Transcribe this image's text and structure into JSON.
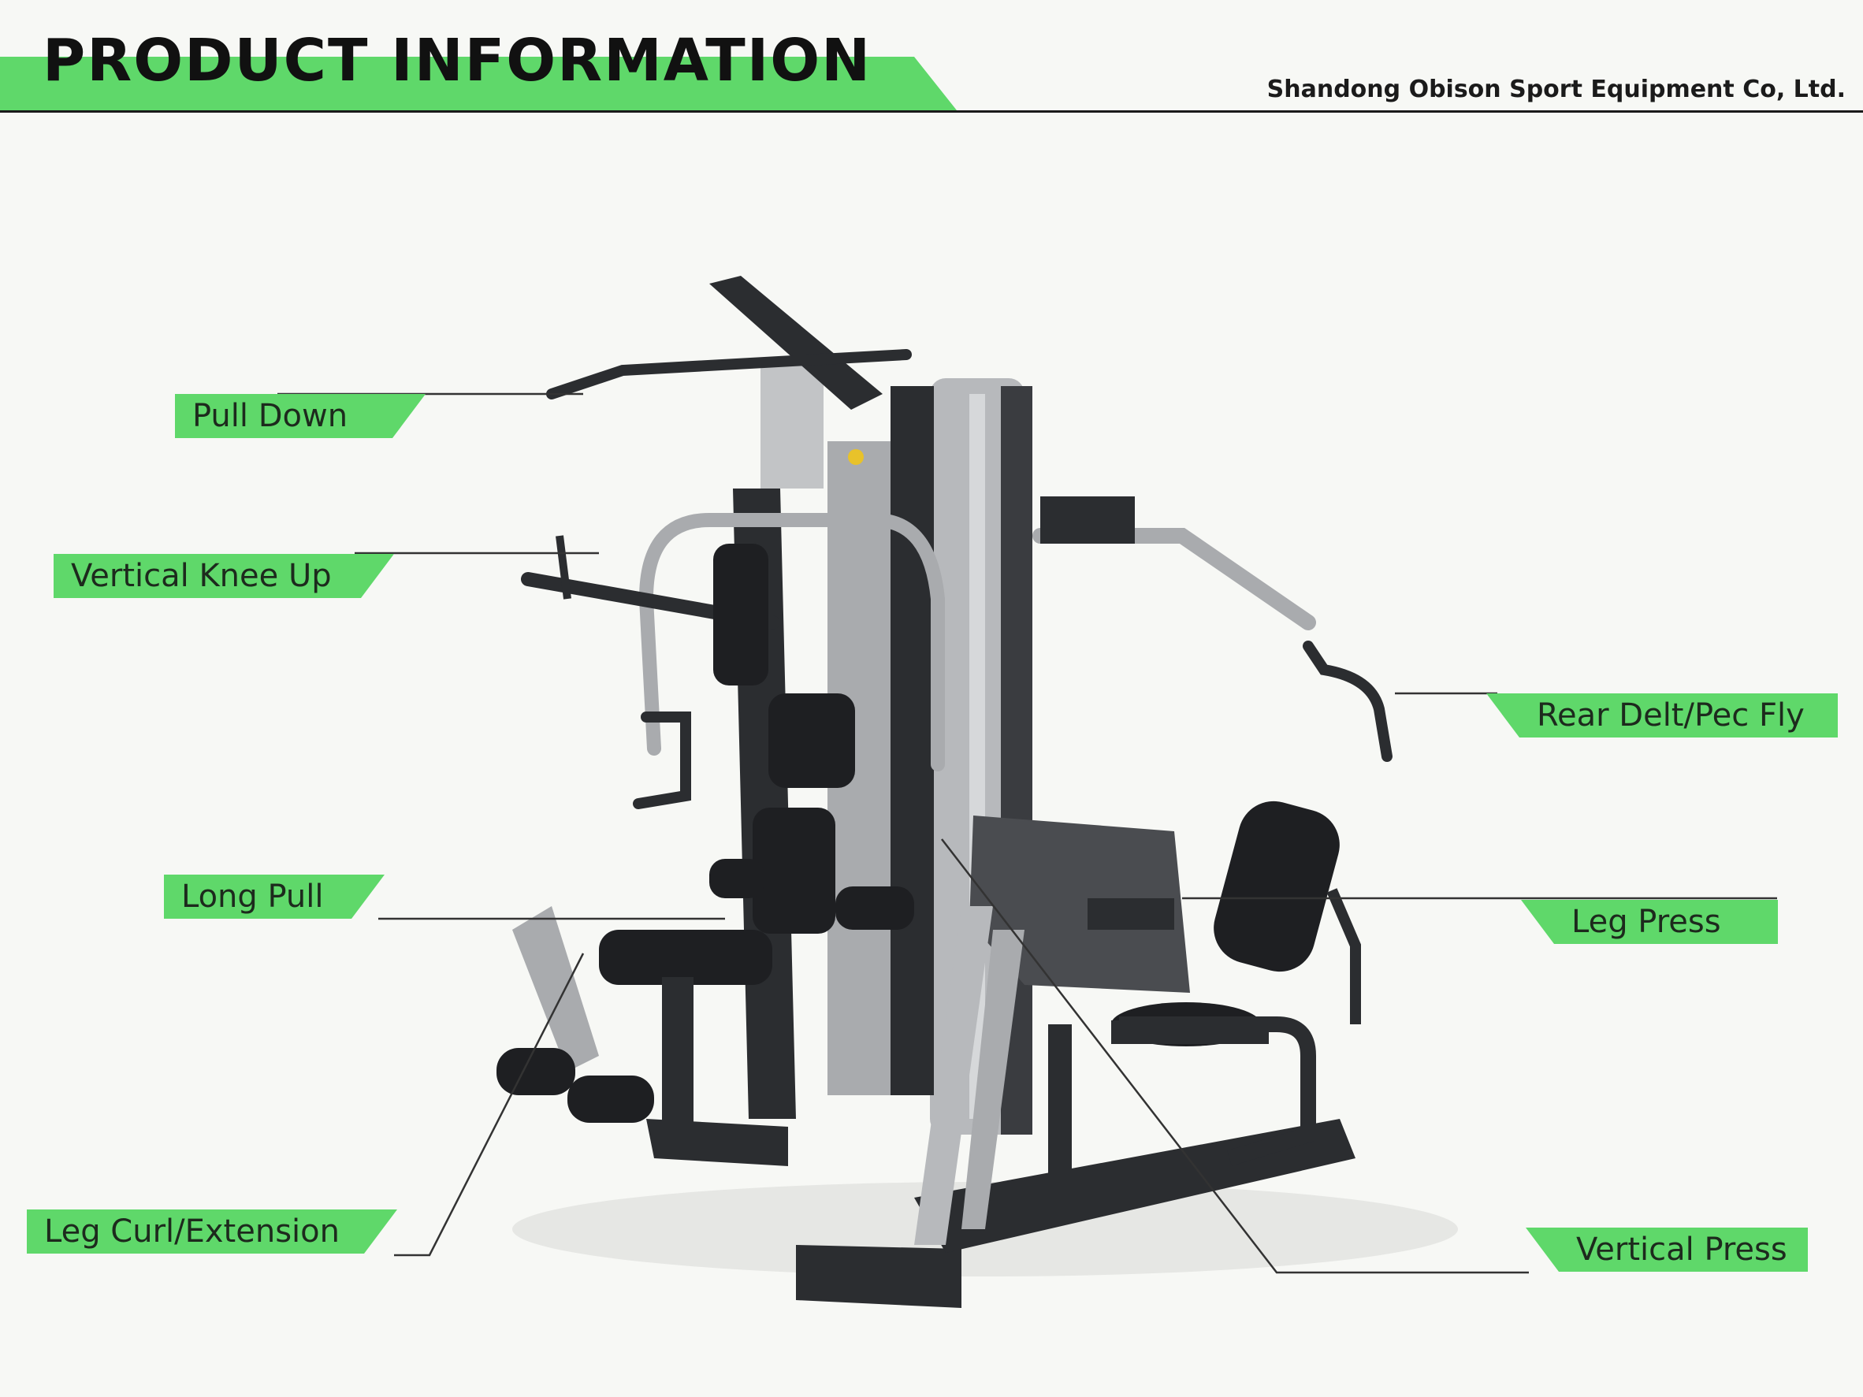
{
  "header": {
    "title": "PRODUCT INFORMATION",
    "company": "Shandong Obison Sport Equipment Co, Ltd."
  },
  "labels": {
    "pull_down": "Pull Down",
    "vertical_knee_up": "Vertical Knee Up",
    "long_pull": "Long Pull",
    "leg_curl_extension": "Leg Curl/Extension",
    "rear_delt_pec_fly": "Rear Delt/Pec Fly",
    "leg_press": "Leg Press",
    "vertical_press": "Vertical Press"
  },
  "colors": {
    "accent_green": "#5fd86a",
    "frame_dark": "#2b2d30",
    "frame_silver": "#b7b9bc"
  }
}
